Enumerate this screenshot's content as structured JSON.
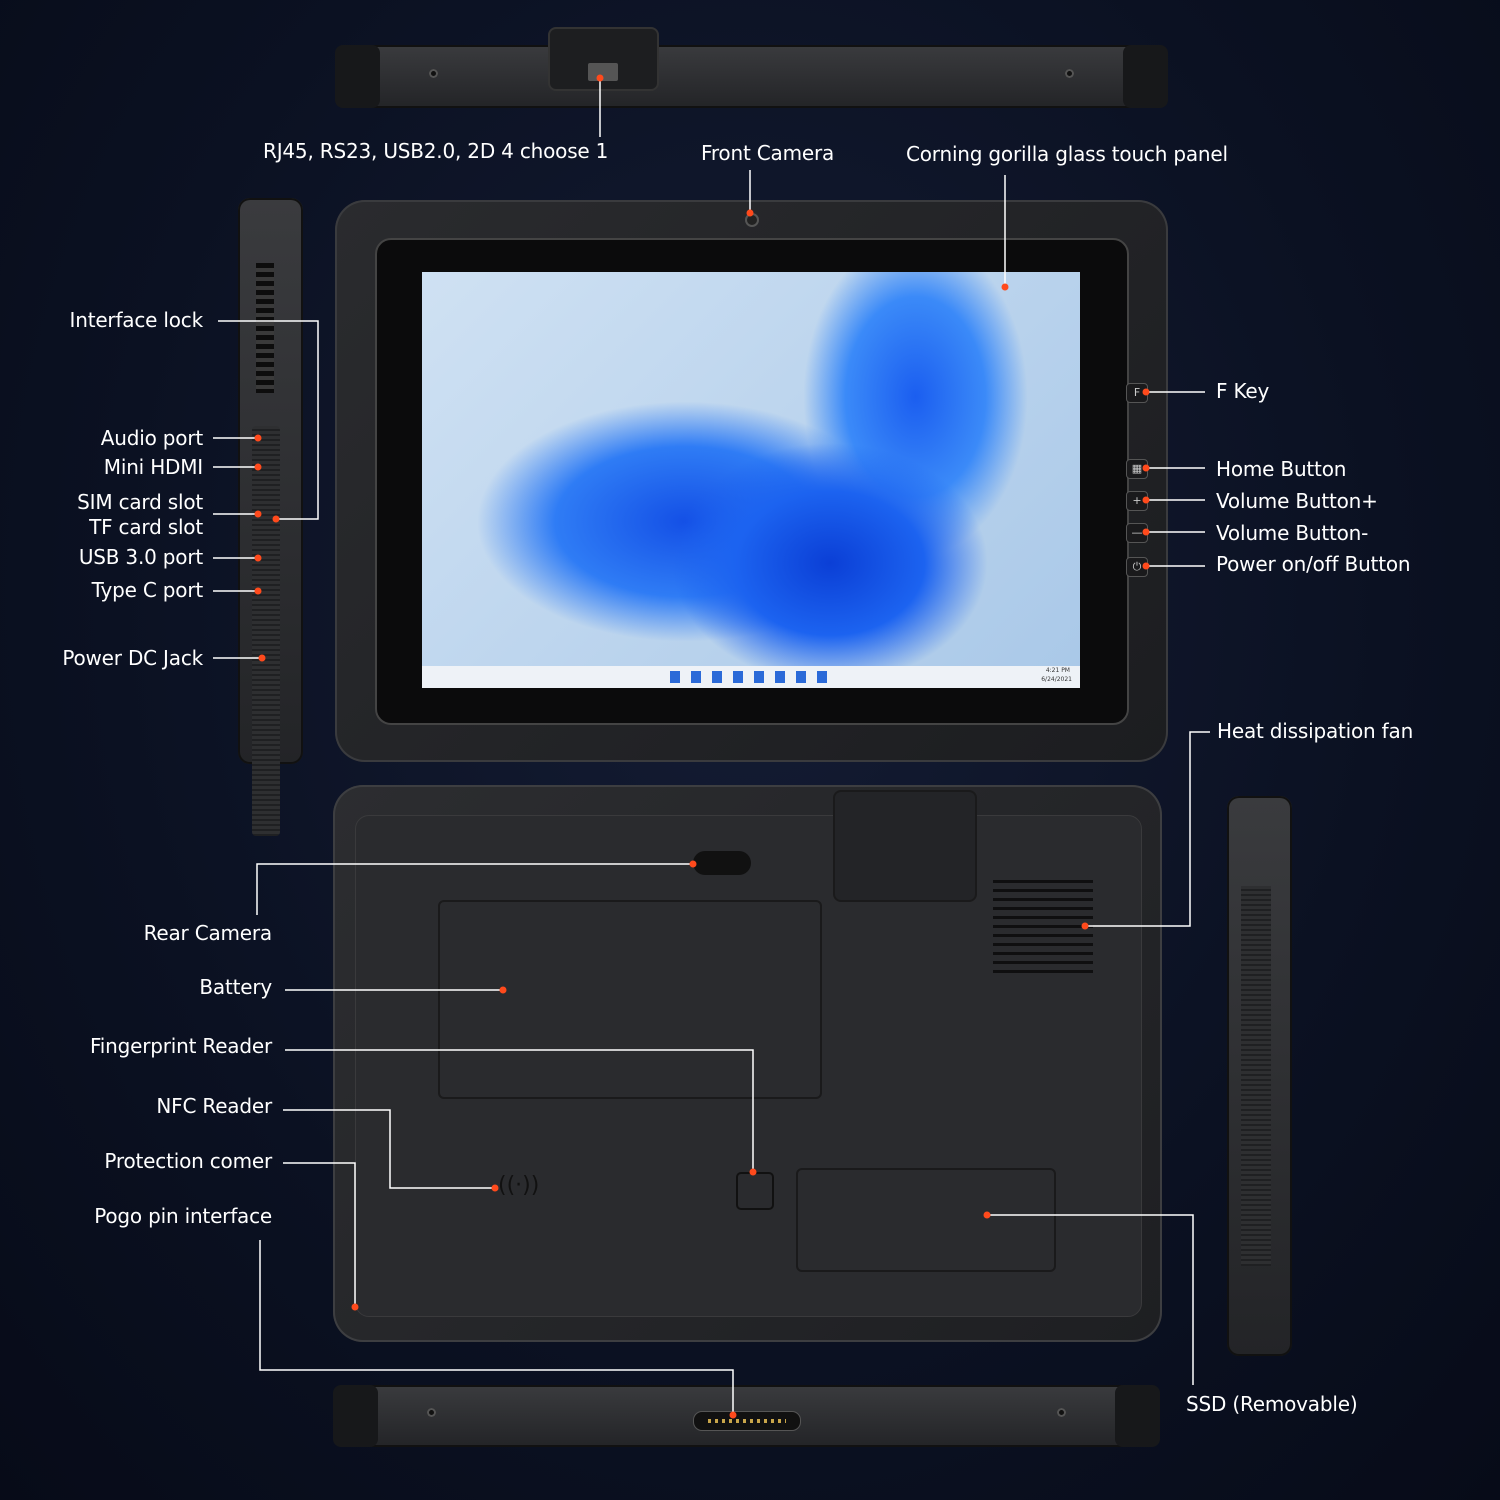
{
  "accent_color": "#ff4a1c",
  "labels": {
    "top_port": "RJ45, RS23, USB2.0, 2D 4 choose 1",
    "front_camera": "Front Camera",
    "glass_panel": "Corning gorilla glass touch panel",
    "interface_lock": "Interface lock",
    "audio_port": "Audio port",
    "mini_hdmi": "Mini HDMI",
    "sim_slot": "SIM card slot",
    "tf_slot": "TF card slot",
    "usb3": "USB 3.0 port",
    "type_c": "Type C port",
    "dc_jack": "Power DC Jack",
    "f_key": "F Key",
    "home_button": "Home Button",
    "volume_up": "Volume Button+",
    "volume_down": "Volume Button-",
    "power_button": "Power on/off Button",
    "heat_fan": "Heat dissipation fan",
    "rear_camera": "Rear Camera",
    "battery": "Battery",
    "fingerprint": "Fingerprint Reader",
    "nfc": "NFC Reader",
    "protection_corner": "Protection comer",
    "pogo_pin": "Pogo pin interface",
    "ssd": "SSD (Removable)"
  },
  "side_buttons": {
    "f_key": "F",
    "volume_up": "+",
    "volume_down": "—",
    "power": "⏻"
  },
  "taskbar": {
    "time": "4:21 PM",
    "date": "6/24/2021"
  }
}
